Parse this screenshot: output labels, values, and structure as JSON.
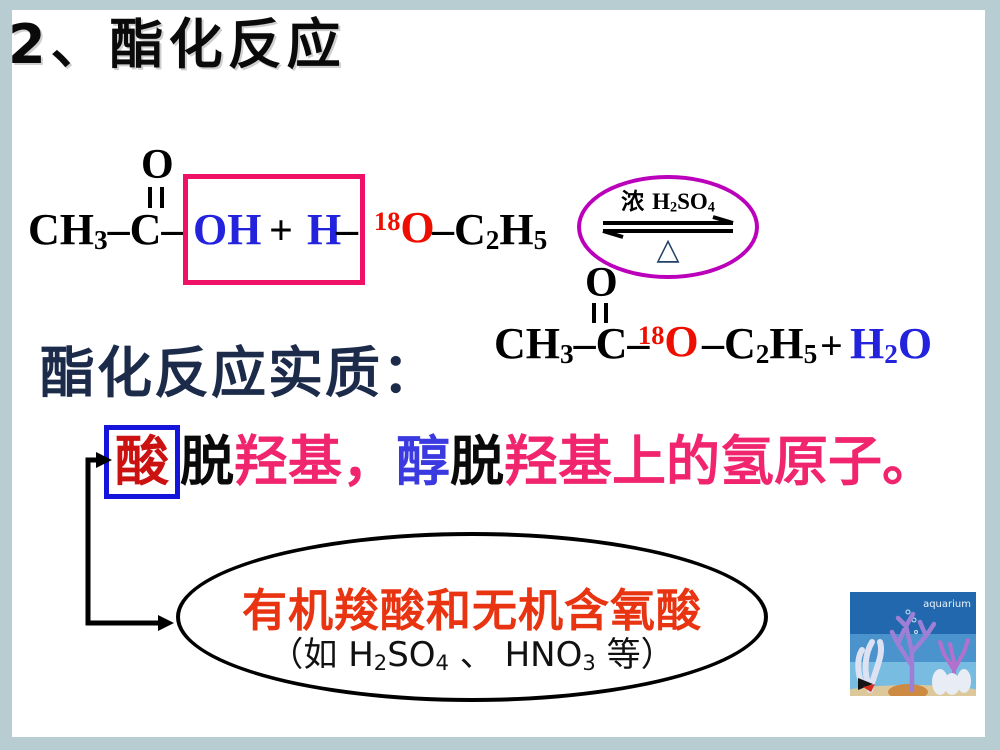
{
  "colors": {
    "frame": "#b7cdd2",
    "highlight_box_pink": "#ee1166",
    "catalyst_ellipse_magenta": "#bb00bb",
    "acid_box_blue": "#1414dd",
    "formula_blue": "#2323dd",
    "o18_red": "#ee0e00",
    "acid_char_red": "#cc1111",
    "hydroxyl_pink": "#f0256e",
    "heading_navy": "#1c2b4a",
    "triangle_navy": "#1f4068",
    "callout_red": "#e93412"
  },
  "title": {
    "text": "2、酯化反应"
  },
  "reactant": {
    "chain": "CH",
    "chain_sub": "3",
    "bond": "–",
    "carbon": "C",
    "carbonyl_o": "O",
    "hydroxyl": "OH",
    "plus": "+",
    "hydrogen": "H",
    "o18_sup": "18",
    "o18": "O",
    "ethyl_c": "C",
    "ethyl_sub2": "2",
    "ethyl_h": "H",
    "ethyl_sub5": "5"
  },
  "catalyst": {
    "cond_cn": "浓",
    "h": "H",
    "sub2": "2",
    "so": "SO",
    "sub4": "4",
    "delta": "△"
  },
  "product": {
    "chain": "CH",
    "chain_sub": "3",
    "bond": "–",
    "carbon": "C",
    "carbonyl_o": "O",
    "o18_sup": "18",
    "o18": "O",
    "ethyl_c": "C",
    "ethyl_sub2": "2",
    "ethyl_h": "H",
    "ethyl_sub5": "5",
    "plus": "+",
    "water_h": "H",
    "water_sub2": "2",
    "water_o": "O"
  },
  "essence": {
    "heading": "酯化反应实质：",
    "acid": "酸",
    "sheds1": "脱",
    "hydroxyl1": "羟基",
    "comma": "，",
    "alcohol": "醇",
    "sheds2": "脱",
    "tail": "羟基上的氢原子。"
  },
  "callout": {
    "line1": "有机羧酸和无机含氧酸",
    "l2_t1": "（如 H",
    "l2_s1": "2",
    "l2_t2": "SO",
    "l2_s2": "4",
    "l2_t3": " 、 HNO",
    "l2_s3": "3",
    "l2_t4": " 等）"
  },
  "aquarium": {
    "label": "aquarium"
  }
}
